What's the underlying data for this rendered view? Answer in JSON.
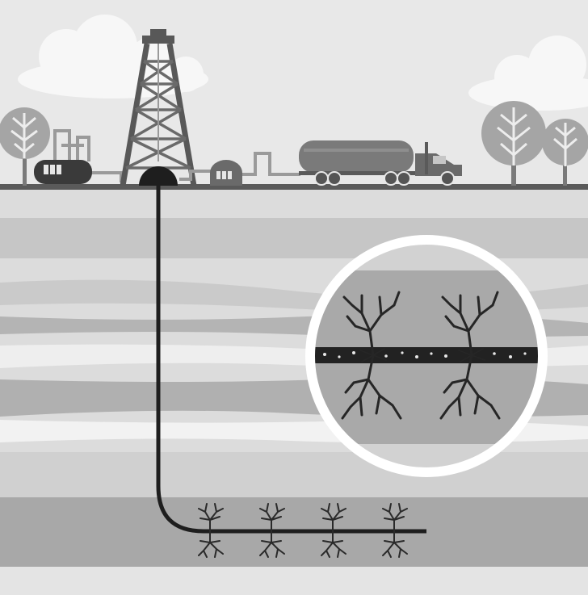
{
  "scene": {
    "title": "",
    "labels": [],
    "palette": {
      "sky": "#e8e8e8",
      "cloud": "#f7f7f7",
      "ground_line": "#5a5a5a",
      "band_light": "#e1e1e1",
      "band_mid": "#c9c9c9",
      "band_dark": "#a9a9a9",
      "pipe": "#1e1e1e",
      "fracture": "#2a2a2a",
      "tree_canopy": "#a5a5a5",
      "rig": "#585858",
      "truck": "#6a6a6a",
      "callout_ring": "#ffffff"
    },
    "fracture_stage_count": 4,
    "callout_fracture_count": 2,
    "tree_count": 3,
    "cloud_count": 2
  }
}
